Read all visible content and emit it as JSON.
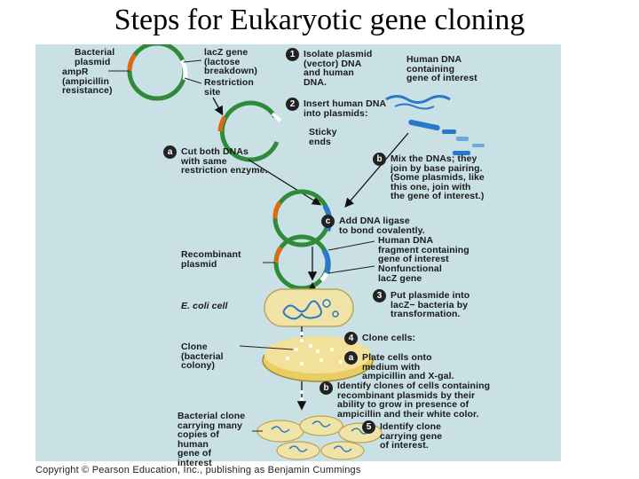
{
  "title": "Steps for Eukaryotic gene cloning",
  "labels": {
    "bacterial_plasmid": "Bacterial\nplasmid",
    "amp_r": "ampR\n(ampicillin\nresistance)",
    "lacz_gene": "lacZ gene\n(lactose\nbreakdown)",
    "restriction_site": "Restriction\nsite",
    "human_dna_interest": "Human DNA\ncontaining\ngene of interest",
    "sticky_ends": "Sticky\nends",
    "recombinant_plasmid": "Recombinant\nplasmid",
    "human_dna_fragment": "Human DNA\nfragment containing\ngene of interest",
    "nonfunctional_lacz": "Nonfunctional\nlacZ gene",
    "ecoli_cell": "E. coli cell",
    "clone": "Clone\n(bacterial\ncolony)",
    "bacterial_clone": "Bacterial clone\ncarrying many\ncopies of\nhuman\ngene of\ninterest"
  },
  "steps": [
    {
      "badge": "1",
      "text": "Isolate plasmid\n(vector) DNA\nand human\nDNA."
    },
    {
      "badge": "2",
      "text": "Insert human DNA\ninto plasmids:"
    },
    {
      "badge": "a",
      "text": "Cut both DNAs\nwith same\nrestriction enzyme."
    },
    {
      "badge": "b",
      "text": "Mix the DNAs; they\njoin by base pairing.\n(Some plasmids, like\nthis one, join with\nthe gene of interest.)"
    },
    {
      "badge": "c",
      "text": "Add DNA ligase\nto bond covalently."
    },
    {
      "badge": "3",
      "text": "Put plasmide into\nlacZ− bacteria by\ntransformation."
    },
    {
      "badge": "4",
      "text": "Clone cells:"
    },
    {
      "badge": "a",
      "text": "Plate cells onto\nmedium with\nampicillin and X-gal."
    },
    {
      "badge": "b",
      "text": "Identify clones of cells containing\nrecombinant plasmids by their\nability to grow in presence of\nampicillin and their white color."
    },
    {
      "badge": "5",
      "text": "Identify clone\ncarrying gene\nof interest."
    }
  ],
  "copyright": "Copyright © Pearson Education, Inc., publishing as Benjamin Cummings",
  "colors": {
    "panel": "#c9e0e4",
    "plasmid": "#2f8a3a",
    "lacz": "#ffffff",
    "amp": "#e06a12",
    "human_dna": "#2a78c8",
    "ecoli": "#f0e3a8",
    "plate": "#efd97a"
  }
}
